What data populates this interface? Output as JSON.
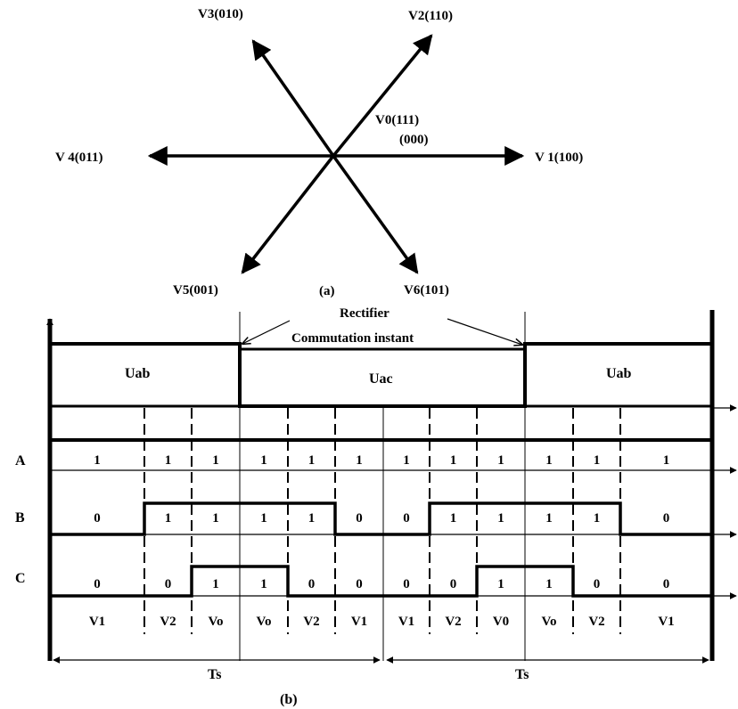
{
  "part_a": {
    "vectors": {
      "v1": "V 1(100)",
      "v2": "V2(110)",
      "v3": "V3(010)",
      "v4": "V 4(011)",
      "v5": "V5(001)",
      "v6": "V6(101)",
      "v0_line1": "V0(111)",
      "v0_line2": "(000)"
    },
    "caption": "(a)"
  },
  "part_b": {
    "caption": "(b)",
    "annotation": {
      "line1": "Rectifier",
      "line2": "Commutation instant"
    },
    "top_row": [
      "Uab",
      "Uac",
      "Uab"
    ],
    "signals": [
      "A",
      "B",
      "C"
    ],
    "bits": {
      "A": [
        "1",
        "1",
        "1",
        "1",
        "1",
        "1",
        "1",
        "1",
        "1",
        "1",
        "1",
        "1"
      ],
      "B": [
        "0",
        "1",
        "1",
        "1",
        "1",
        "0",
        "0",
        "1",
        "1",
        "1",
        "1",
        "0"
      ],
      "C": [
        "0",
        "0",
        "1",
        "1",
        "0",
        "0",
        "0",
        "0",
        "1",
        "1",
        "0",
        "0"
      ]
    },
    "vector_sequence": [
      "V1",
      "V2",
      "Vo",
      "Vo",
      "V2",
      "V1",
      "V1",
      "V2",
      "V0",
      "Vo",
      "V2",
      "V1"
    ],
    "period_labels": [
      "Ts",
      "Ts"
    ]
  }
}
